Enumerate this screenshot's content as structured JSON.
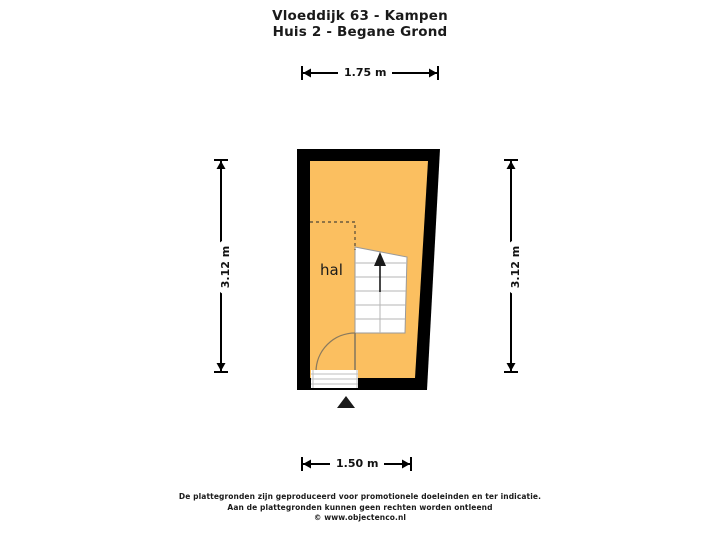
{
  "title": {
    "line1": "Vloeddijk 63 - Kampen",
    "line2": "Huis 2 - Begane Grond"
  },
  "dimensions": {
    "top": "1.75 m",
    "bottom": "1.50 m",
    "left": "3.12 m",
    "right": "3.12 m"
  },
  "rooms": [
    {
      "name": "hal",
      "label": "hal"
    }
  ],
  "annotations": {
    "stairs_direction": "up-arrow",
    "entrance_marker": "entrance-triangle"
  },
  "colors": {
    "room_fill": "#FBBF60",
    "wall": "#000000",
    "stair_fill": "#FFFFFF",
    "stair_line": "#B0B0B0",
    "door_arc": "#8A7A5E",
    "dimension_line": "#000000",
    "text": "#1A1A1A",
    "background": "#FFFFFF"
  },
  "footer": {
    "line1": "De plattegronden zijn geproduceerd voor promotionele doeleinden en ter indicatie.",
    "line2": "Aan de plattegronden kunnen geen rechten worden ontleend",
    "line3": "© www.objectenco.nl"
  }
}
